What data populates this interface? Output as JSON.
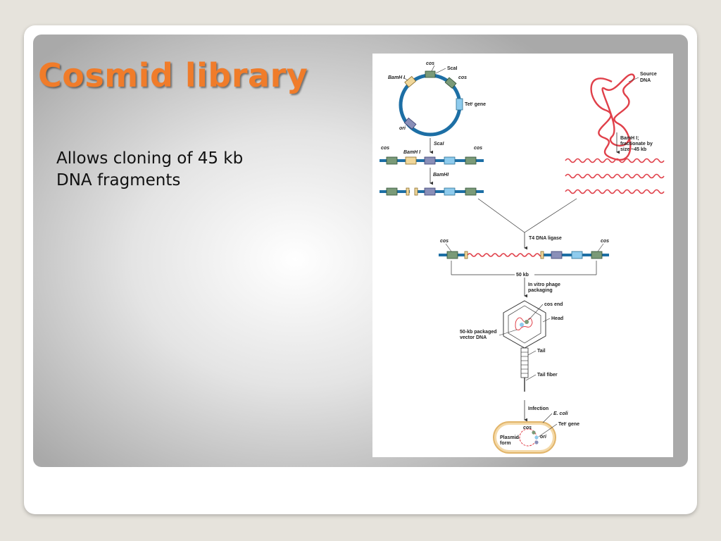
{
  "slide": {
    "title": "Cosmid library",
    "body_lines": [
      "Allows cloning of 45 kb",
      "DNA fragments"
    ]
  },
  "diagram": {
    "labels": {
      "cos_top": "cos",
      "scal": "ScaI",
      "bamhi_left": "BamH I",
      "cos_right": "cos",
      "tet_gene": "Tetʳ gene",
      "ori": "ori",
      "source_dna_1": "Source",
      "source_dna_2": "DNA",
      "scal_arrow": "ScaI",
      "cos_lin_left": "cos",
      "bamhi_lin": "BamH I",
      "cos_lin_right": "cos",
      "bamhi_arrow": "BamHI",
      "fract_1": "BamH I;",
      "fract_2": "fractionate by",
      "fract_3": "size ~45 kb",
      "t4_ligase": "T4 DNA ligase",
      "cos_lig_left": "cos",
      "cos_lig_right": "cos",
      "kb50": "50 kb",
      "packaging_1": "In vitro phage",
      "packaging_2": "packaging",
      "cos_end": "cos end",
      "head": "Head",
      "packaged_1": "50-kb packaged",
      "packaged_2": "vector DNA",
      "tail": "Tail",
      "tail_fiber": "Tail fiber",
      "infection": "Infection",
      "ecoli": "E. coli",
      "cos_cell": "cos",
      "tet_cell": "Tetʳ gene",
      "ori_cell": "ori",
      "plasmid_1": "Plasmid",
      "plasmid_2": "form"
    },
    "colors": {
      "backbone": "#1d6fa5",
      "insert_dna": "#e0404a",
      "cos_box": "#7a9a78",
      "bamhi_box": "#f0d79a",
      "blue_box": "#8ecbed",
      "purple_box": "#8a8fb8",
      "cell_fill": "#f4d9a8",
      "cell_stroke": "#e2b56a"
    }
  }
}
